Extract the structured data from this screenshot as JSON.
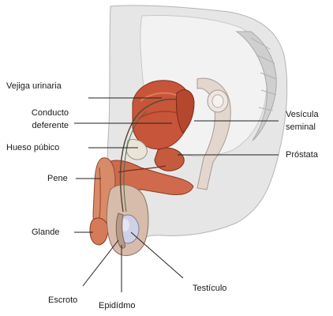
{
  "labels": {
    "vejiga": "Vejiga urinaria",
    "conducto_1": "Conducto",
    "conducto_2": "deferente",
    "hueso": "Hueso púbico",
    "pene": "Pene",
    "glande": "Glande",
    "escroto": "Escroto",
    "epididimo": "Epidídmo",
    "testiculo": "Testículo",
    "vesicula_1": "Vesícula",
    "vesicula_2": "seminal",
    "prostata": "Próstata"
  }
}
